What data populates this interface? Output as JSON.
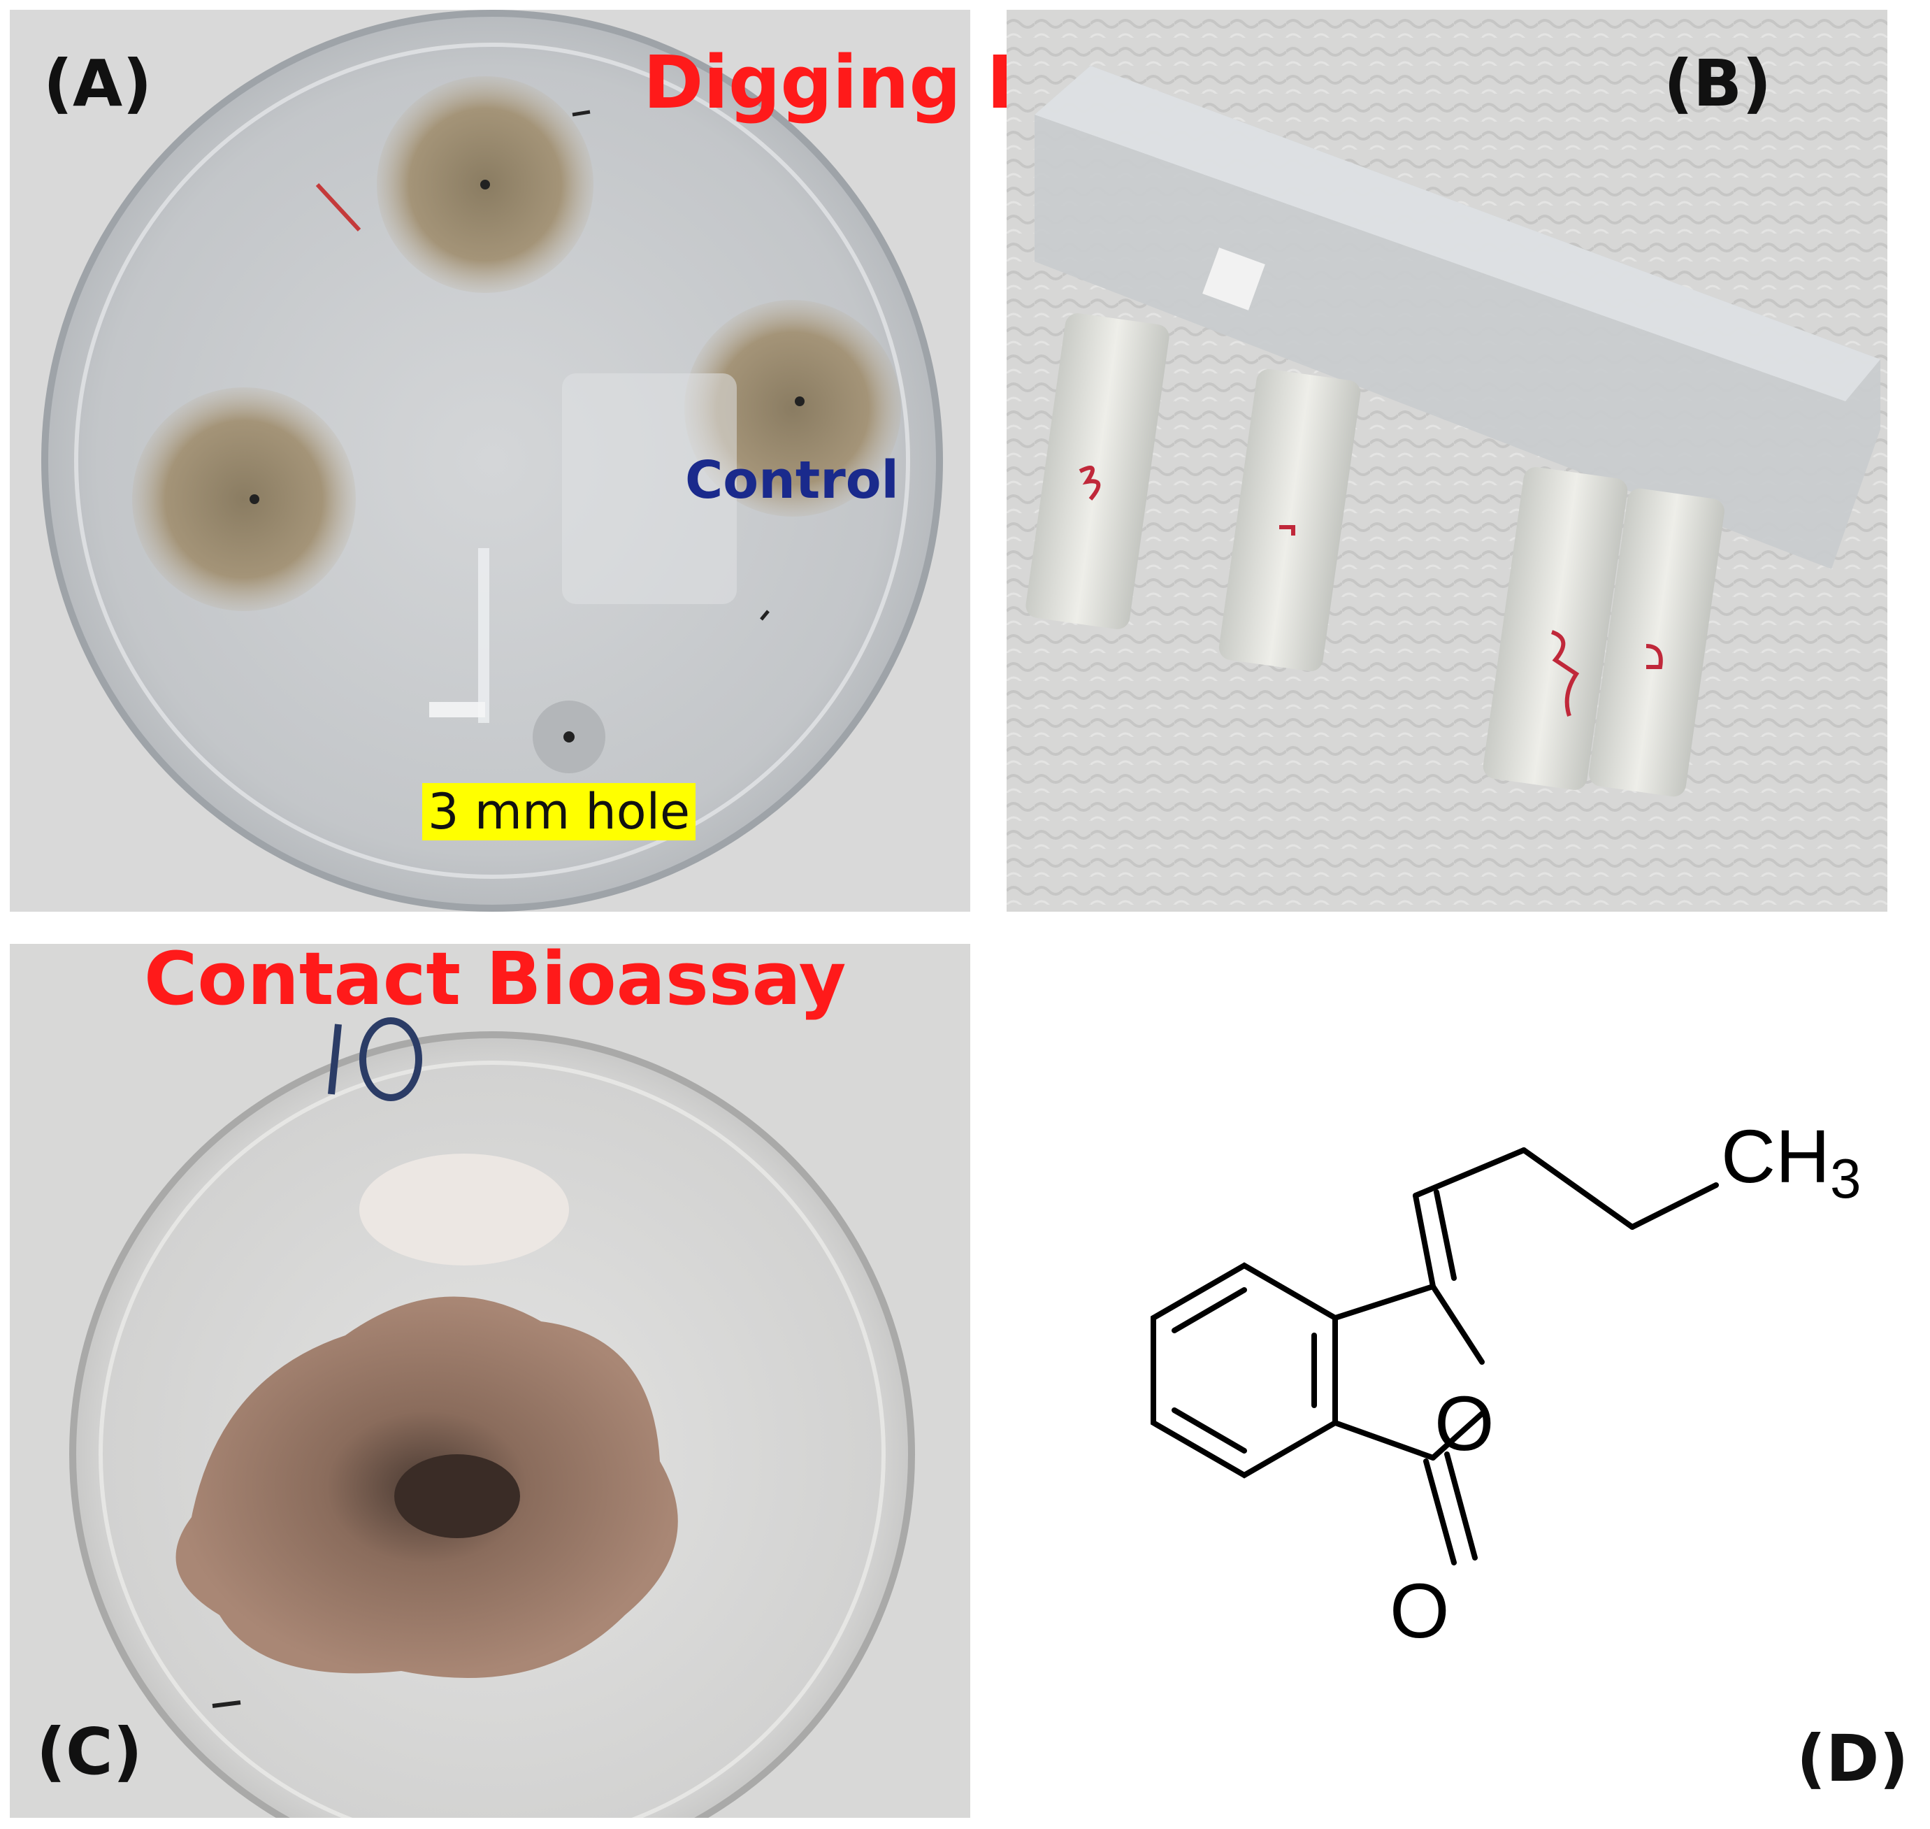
{
  "panels": {
    "a": {
      "tag": "(A)",
      "title": "Digging Bioassay",
      "control_label": "Control",
      "hole_label": "3 mm hole"
    },
    "b": {
      "tag": "(B)"
    },
    "c": {
      "tag": "(C)",
      "title": "Contact Bioassay"
    },
    "d": {
      "tag": "(D)",
      "methyl_label": "CH",
      "methyl_subscript": "3",
      "atoms": [
        "O",
        "O"
      ]
    }
  },
  "colors": {
    "title_red": "#ff1a1a",
    "control_blue": "#1a2a8c",
    "highlight_yellow": "#ffff00",
    "tube_marking_red": "#c0283a"
  }
}
